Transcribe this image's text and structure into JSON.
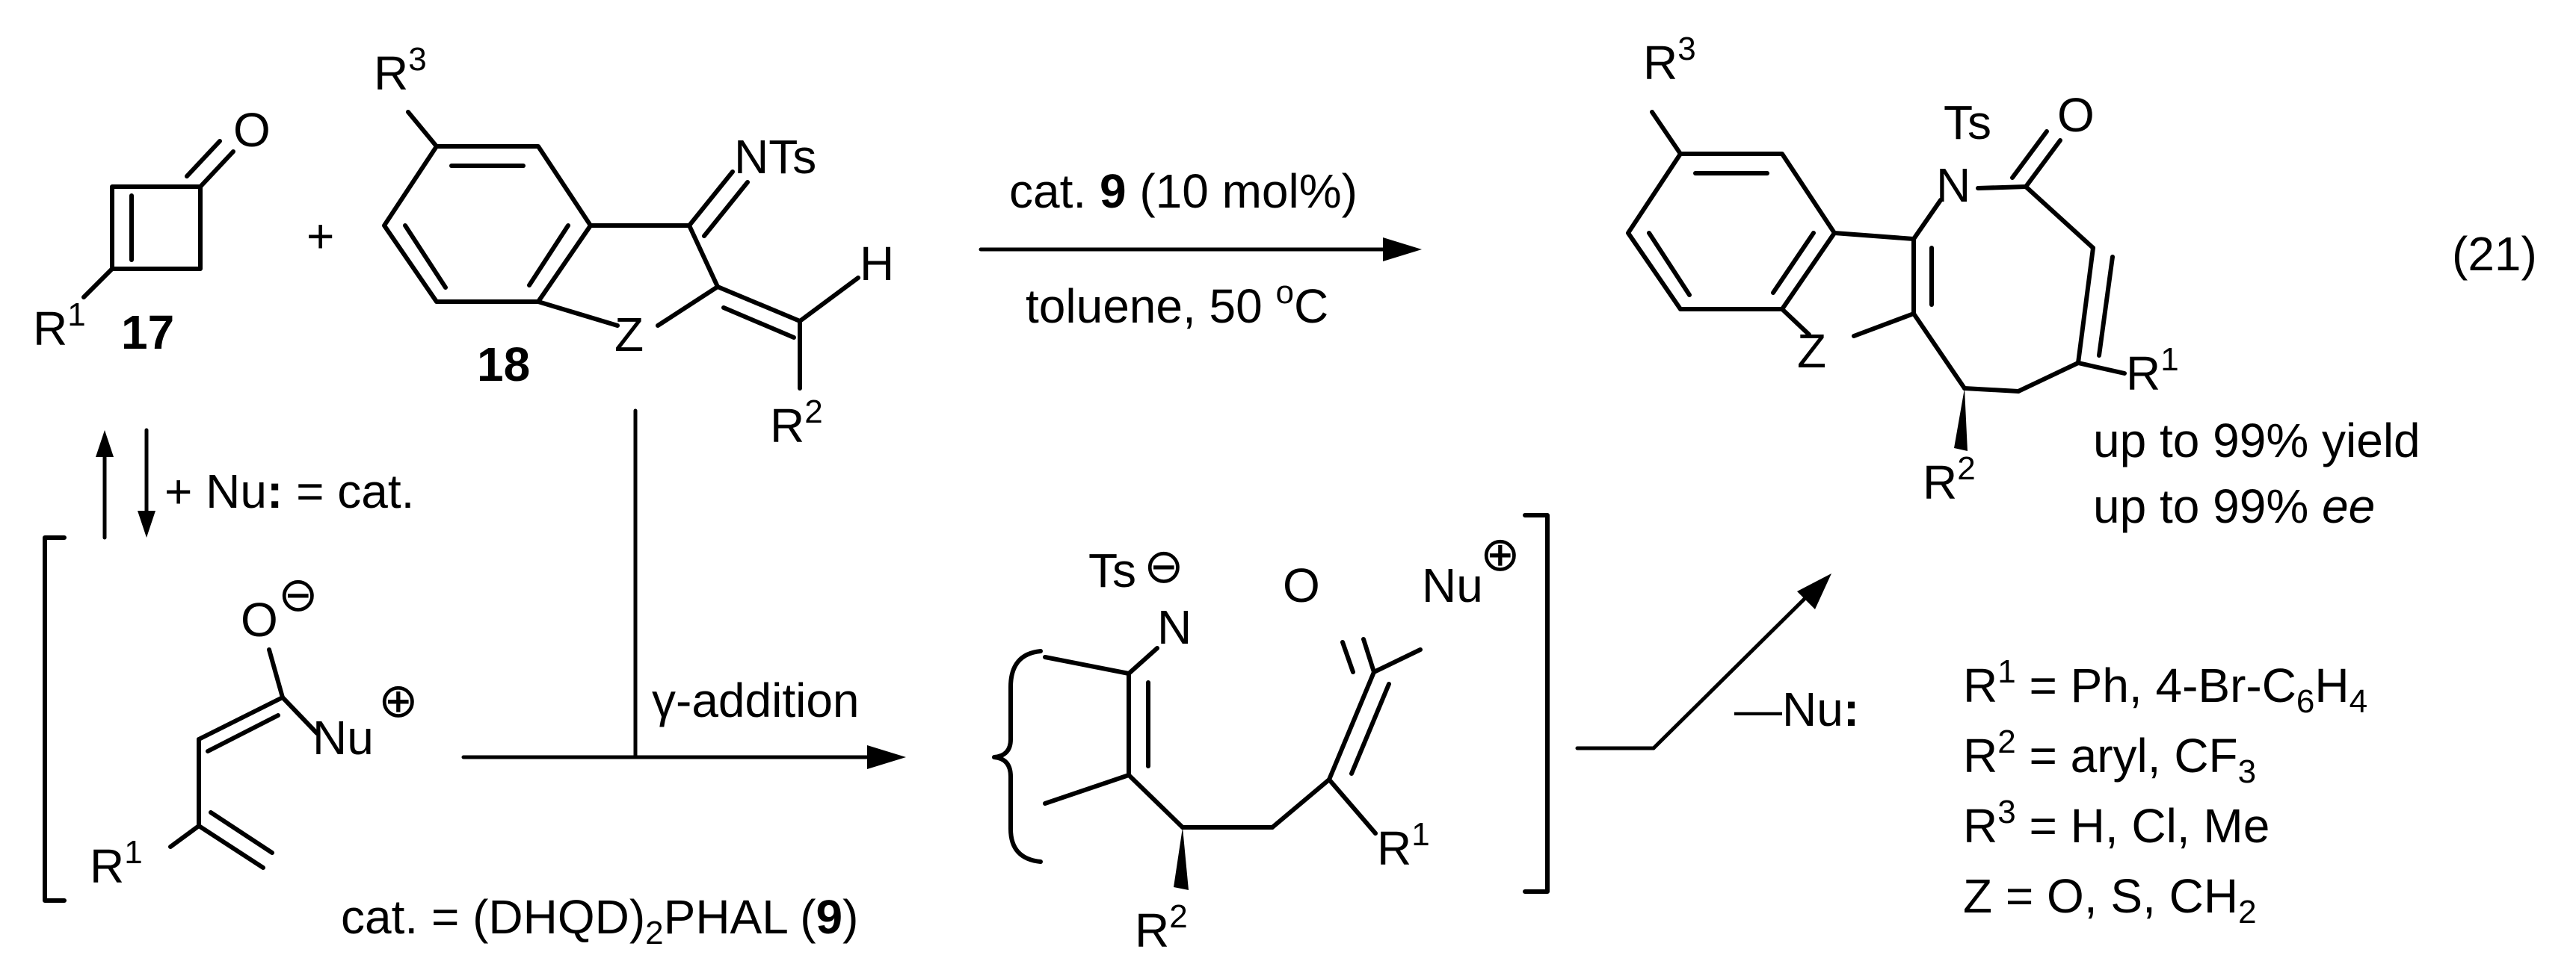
{
  "labels": {
    "O": "O",
    "R": "R",
    "H": "H",
    "Z": "Z",
    "N": "N",
    "NTs": "NTs",
    "Ts": "Ts",
    "Nu": "Nu",
    "one": "1",
    "two": "2",
    "three": "3",
    "four": "4",
    "six": "6",
    "plus": "+",
    "plus_circle": "⊕",
    "minus_circle": "⊖"
  },
  "compounds": {
    "c17": "17",
    "c18": "18"
  },
  "conditions": {
    "cat_prefix": "cat. ",
    "cat_number": "9",
    "cat_suffix": " (10 mol%)",
    "solvent_prefix": "toluene, 50 ",
    "degree": "o",
    "celsius": "C"
  },
  "equation_number": "(21)",
  "results": {
    "yield": "up to 99% yield",
    "ee_prefix": "up to 99% ",
    "ee_italic": "ee"
  },
  "equilibrium": {
    "nu_label": "+ Nu",
    "colon": ":",
    "eq_cat": " = cat."
  },
  "gamma_addition": "γ-addition",
  "catalyst_def": {
    "prefix": "cat. = (DHQD)",
    "sub": "2",
    "mid": "PHAL (",
    "number": "9",
    "suffix": ")"
  },
  "elimination": {
    "dash": "—",
    "nu": "Nu",
    "colon": ":"
  },
  "substituents": {
    "r1_tail": " = Ph, 4-Br-C",
    "r1_h": "H",
    "r2_tail": " = aryl, CF",
    "r3_tail": " = H, Cl, Me",
    "z_line": "Z = O, S, CH"
  }
}
